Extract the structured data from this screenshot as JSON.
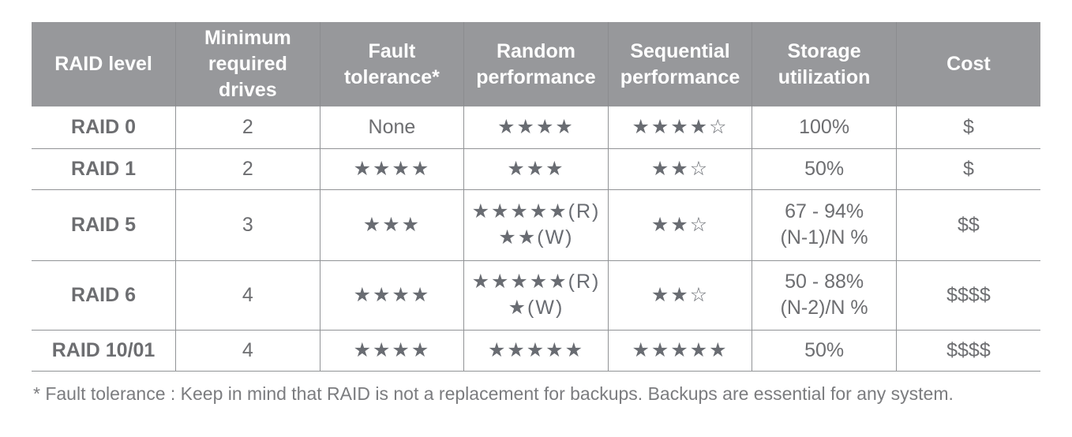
{
  "colors": {
    "header_background": "#97989b",
    "header_text": "#ffffff",
    "body_text": "#6d6e71",
    "star_color": "#696c72",
    "border": "#919396",
    "footnote_text": "#7b7c7f",
    "page_background": "#ffffff"
  },
  "table": {
    "columns": [
      {
        "key": "raid_level",
        "label": "RAID level"
      },
      {
        "key": "min_drives",
        "label": "Minimum\nrequired drives"
      },
      {
        "key": "fault_tolerance",
        "label": "Fault\ntolerance*"
      },
      {
        "key": "random_perf",
        "label": "Random\nperformance"
      },
      {
        "key": "seq_perf",
        "label": "Sequential\nperformance"
      },
      {
        "key": "storage_util",
        "label": "Storage\nutilization"
      },
      {
        "key": "cost",
        "label": "Cost"
      }
    ],
    "rows": [
      {
        "raid_level": "RAID 0",
        "min_drives": "2",
        "fault_tolerance": "None",
        "random_perf": [
          "★★★★"
        ],
        "seq_perf": [
          "★★★★☆"
        ],
        "storage_util": [
          "100%"
        ],
        "cost": "$"
      },
      {
        "raid_level": "RAID 1",
        "min_drives": "2",
        "fault_tolerance": "★★★★",
        "random_perf": [
          "★★★"
        ],
        "seq_perf": [
          "★★☆"
        ],
        "storage_util": [
          "50%"
        ],
        "cost": "$"
      },
      {
        "raid_level": "RAID 5",
        "min_drives": "3",
        "fault_tolerance": "★★★",
        "random_perf": [
          "★★★★★(R)",
          "★★(W)"
        ],
        "seq_perf": [
          "★★☆"
        ],
        "storage_util": [
          "67 - 94%",
          "(N-1)/N %"
        ],
        "cost": "$$"
      },
      {
        "raid_level": "RAID 6",
        "min_drives": "4",
        "fault_tolerance": "★★★★",
        "random_perf": [
          "★★★★★(R)",
          "★(W)"
        ],
        "seq_perf": [
          "★★☆"
        ],
        "storage_util": [
          "50 - 88%",
          "(N-2)/N %"
        ],
        "cost": "$$$$"
      },
      {
        "raid_level": "RAID 10/01",
        "min_drives": "4",
        "fault_tolerance": "★★★★",
        "random_perf": [
          "★★★★★"
        ],
        "seq_perf": [
          "★★★★★"
        ],
        "storage_util": [
          "50%"
        ],
        "cost": "$$$$"
      }
    ]
  },
  "footnote": "* Fault tolerance : Keep in mind that RAID is not a replacement for backups. Backups are essential for any system."
}
